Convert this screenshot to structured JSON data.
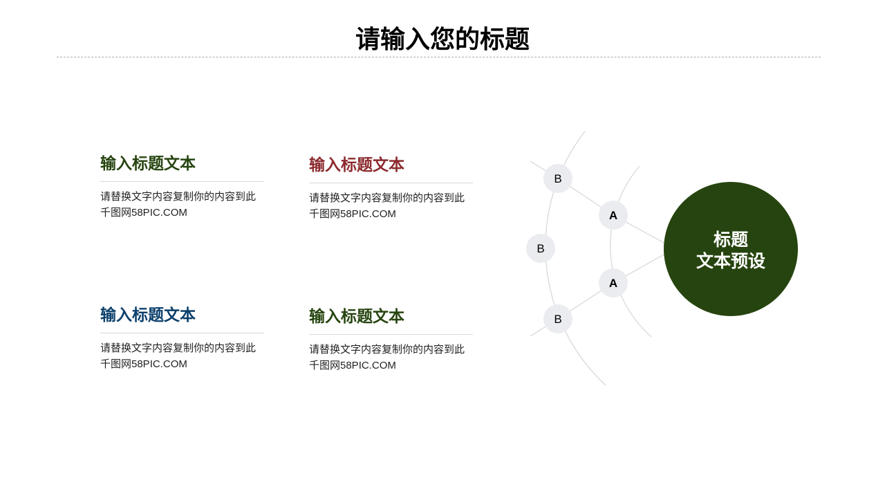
{
  "title": "请输入您的标题",
  "cards": [
    {
      "heading": "输入标题文本",
      "color": "#26440f",
      "line1": "请替换文字内容复制你的内容到此",
      "line2": "千图网58PIC.COM"
    },
    {
      "heading": "输入标题文本",
      "color": "#8b2a2e",
      "line1": "请替换文字内容复制你的内容到此",
      "line2": "千图网58PIC.COM"
    },
    {
      "heading": "输入标题文本",
      "color": "#0b3f6b",
      "line1": "请替换文字内容复制你的内容到此",
      "line2": "千图网58PIC.COM"
    },
    {
      "heading": "输入标题文本",
      "color": "#26440f",
      "line1": "请替换文字内容复制你的内容到此",
      "line2": "千图网58PIC.COM"
    }
  ],
  "diagram": {
    "center_line1": "标题",
    "center_line2": "文本预设",
    "center_color": "#26440f",
    "nodes": [
      "B",
      "A",
      "B",
      "A",
      "B"
    ]
  }
}
